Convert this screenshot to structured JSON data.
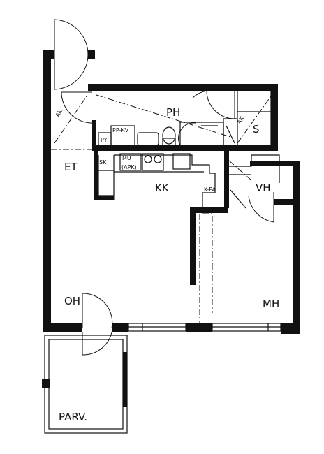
{
  "rooms": {
    "ph": "PH",
    "s": "S",
    "et": "ET",
    "kk": "KK",
    "vh": "VH",
    "oh": "OH",
    "mh": "MH",
    "parv": "PARV."
  },
  "fixtures": {
    "py": "PY",
    "pp_kv": "PP-KV",
    "sk": "SK",
    "mu": "MU",
    "apk": "(APK)",
    "k_pa": "K-PA",
    "ak1": "AK",
    "ak2": "AK"
  },
  "colors": {
    "ink": "#111111",
    "paper": "#ffffff"
  }
}
